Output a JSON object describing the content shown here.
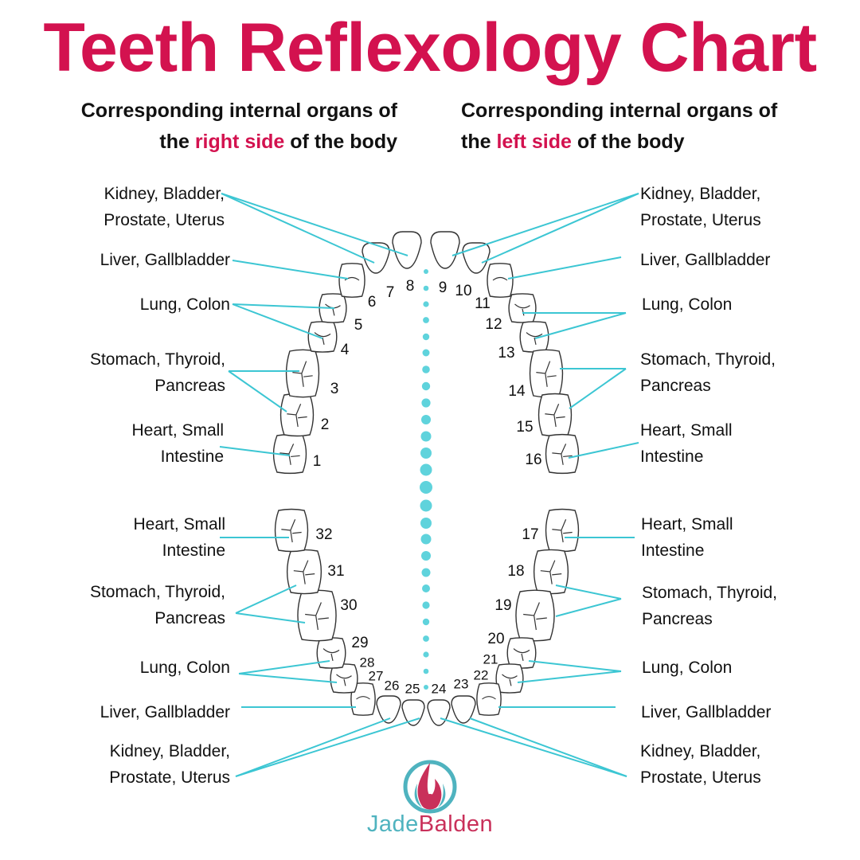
{
  "title": "Teeth Reflexology Chart",
  "subheadings": {
    "left": {
      "line1": "Corresponding internal organs of",
      "pre": "the ",
      "highlight": "right side",
      "post": " of the body"
    },
    "right": {
      "line1": "Corresponding internal organs of",
      "pre": "the ",
      "highlight": "left side",
      "post": " of the body"
    }
  },
  "organ_groups": {
    "kidney": [
      "Kidney, Bladder,",
      "Prostate, Uterus"
    ],
    "liver": [
      "Liver, Gallbladder"
    ],
    "lung": [
      "Lung, Colon"
    ],
    "stomach": [
      "Stomach, Thyroid,",
      "Pancreas"
    ],
    "heart": [
      "Heart, Small",
      "Intestine"
    ]
  },
  "tooth_numbers": [
    "1",
    "2",
    "3",
    "4",
    "5",
    "6",
    "7",
    "8",
    "9",
    "10",
    "11",
    "12",
    "13",
    "14",
    "15",
    "16",
    "17",
    "18",
    "19",
    "20",
    "21",
    "22",
    "23",
    "24",
    "25",
    "26",
    "27",
    "28",
    "29",
    "30",
    "31",
    "32"
  ],
  "colors": {
    "accent": "#d3124f",
    "line": "#3cc6d3",
    "dots": "#5fd3dc",
    "outline": "#333333"
  },
  "logo": {
    "first": "Jade",
    "second": "Balden",
    "first_color": "#4fb3bf",
    "second_color": "#c9305a"
  }
}
